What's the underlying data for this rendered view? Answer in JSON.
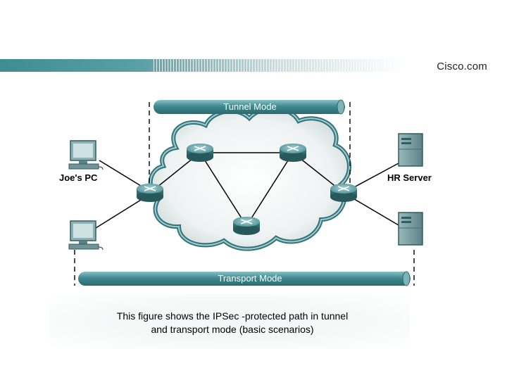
{
  "header": {
    "brand": "Cisco.com",
    "accent_color": "#4a9aa0"
  },
  "diagram": {
    "tunnel_label": "Tunnel Mode",
    "transport_label": "Transport Mode",
    "client_label": "Joe's PC",
    "server_label": "HR Server",
    "icons": [
      "pc-icon",
      "pc-icon",
      "server-icon",
      "server-icon",
      "router-icon",
      "cloud-icon"
    ]
  },
  "caption": {
    "line1": "This figure shows the IPSec -protected path in tunnel",
    "line2": "and transport mode (basic scenarios)"
  }
}
